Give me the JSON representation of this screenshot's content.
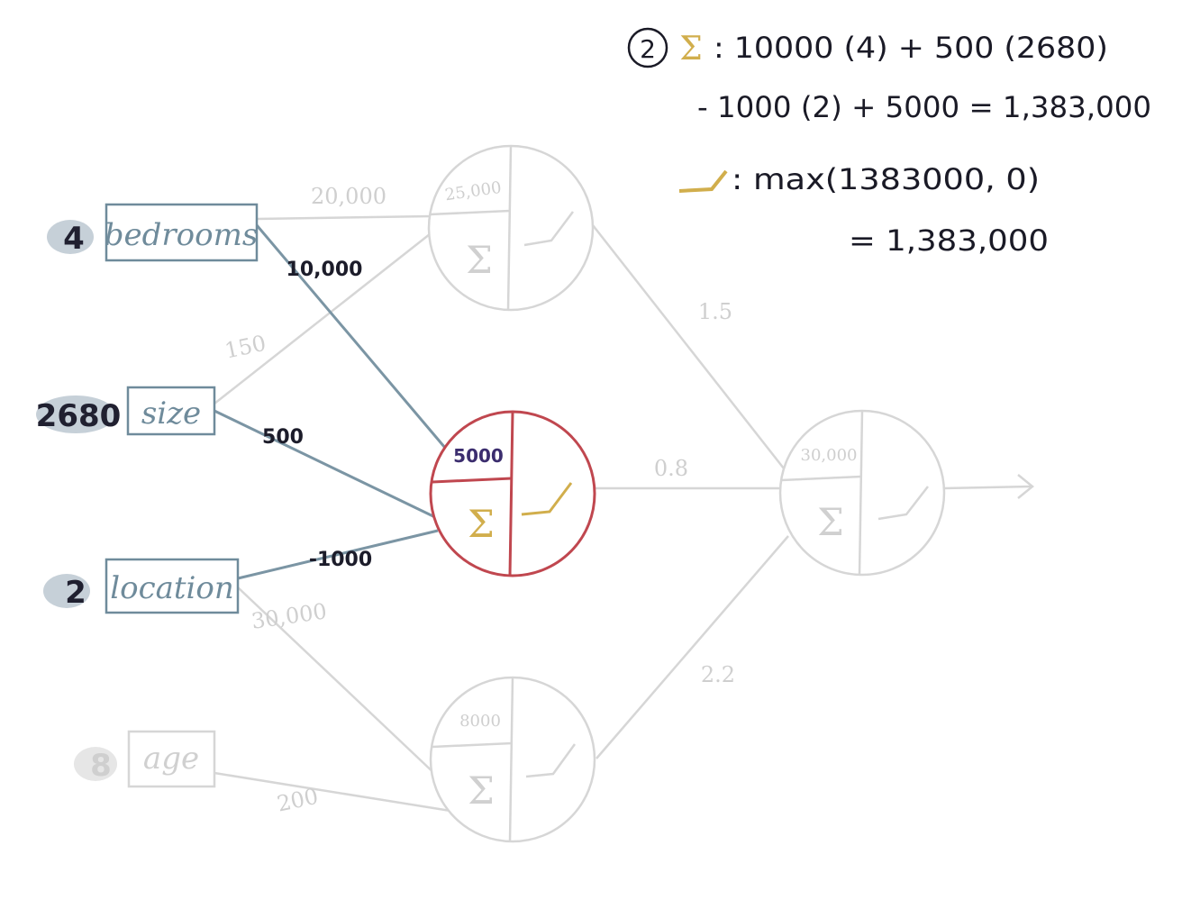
{
  "inputs": [
    {
      "value": "4",
      "label": "bedrooms",
      "active": true
    },
    {
      "value": "2680",
      "label": "size",
      "active": true
    },
    {
      "value": "2",
      "label": "location",
      "active": true
    },
    {
      "value": "8",
      "label": "age",
      "active": false
    }
  ],
  "hidden_neurons": [
    {
      "bias": "25,000",
      "active": false
    },
    {
      "bias": "5000",
      "active": true
    },
    {
      "bias": "8000",
      "active": false
    }
  ],
  "output_neuron": {
    "bias": "30,000"
  },
  "weights": {
    "bedrooms_to_h1": "20,000",
    "bedrooms_to_h2": "10,000",
    "size_to_h1": "150",
    "size_to_h2": "500",
    "location_to_h2": "-1000",
    "location_to_h3": "30,000",
    "age_to_h3": "200",
    "h1_to_out": "1.5",
    "h2_to_out": "0.8",
    "h3_to_out": "2.2"
  },
  "symbols": {
    "sigma": "Σ",
    "step_number": "2"
  },
  "calculation": {
    "sum_line_1": ": 10000 (4) + 500 (2680)",
    "sum_line_2": "- 1000 (2) + 5000 = 1,383,000",
    "relu_line_1": ": max(1383000, 0)",
    "relu_line_2": "= 1,383,000"
  },
  "colors": {
    "active_input": "#6f8b9b",
    "active_neuron": "#c0474f",
    "inactive": "#d3d3d3",
    "highlight_gold": "#d1ae4c",
    "bias_purple": "#3b2d6e",
    "ink": "#1a1a26",
    "input_bubble": "#c6d0d8"
  }
}
